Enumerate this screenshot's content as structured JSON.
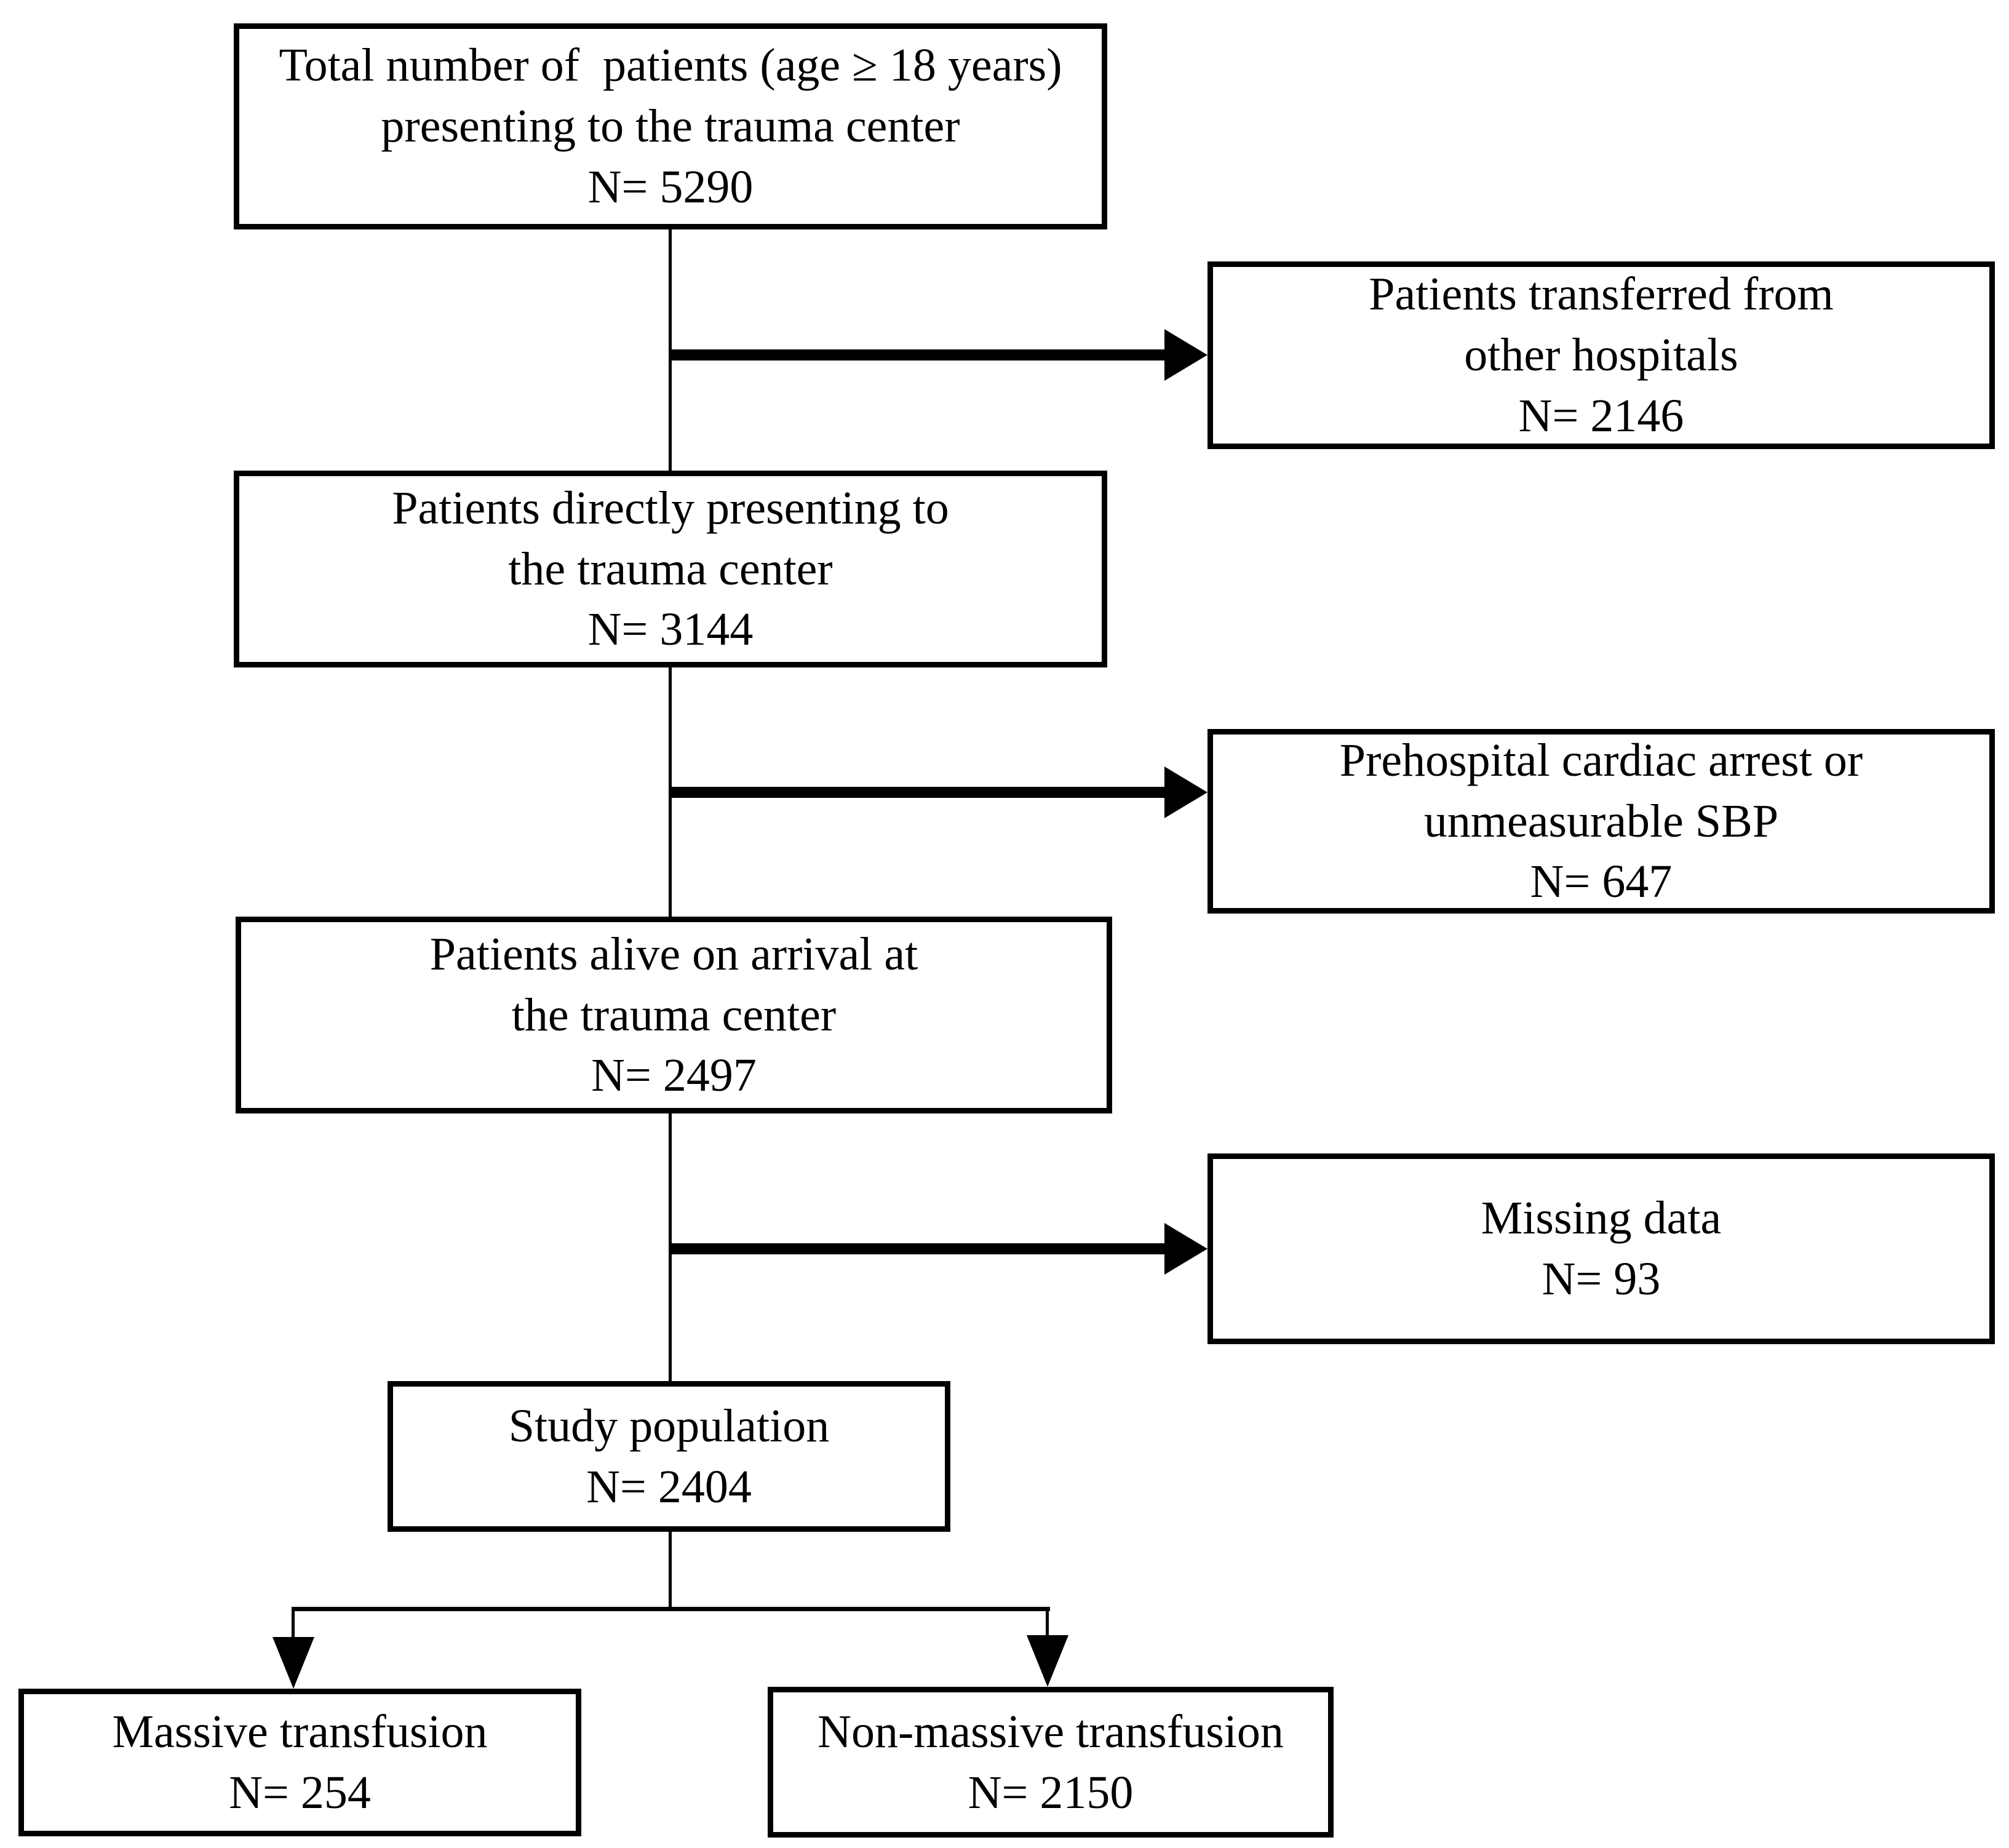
{
  "figure": {
    "background_color": "#ffffff",
    "line_color": "#000000",
    "text_color": "#000000"
  },
  "boxes": {
    "total": {
      "lines": [
        "Total number of  patients (age ≥ 18 years)",
        "presenting to the trauma center",
        "N= 5290"
      ]
    },
    "transferred": {
      "lines": [
        "Patients transferred from",
        "other hospitals",
        "N= 2146"
      ]
    },
    "direct": {
      "lines": [
        "Patients directly presenting to",
        "the trauma center",
        "N= 3144"
      ]
    },
    "prehospital": {
      "lines": [
        "Prehospital cardiac arrest or",
        "unmeasurable SBP",
        "N= 647"
      ]
    },
    "alive": {
      "lines": [
        "Patients alive on arrival at",
        "the trauma center",
        "N= 2497"
      ]
    },
    "missing": {
      "lines": [
        "Missing data",
        "N= 93"
      ]
    },
    "study": {
      "lines": [
        "Study population",
        "N= 2404"
      ]
    },
    "massive": {
      "lines": [
        "Massive transfusion",
        "N= 254"
      ]
    },
    "nonmassive": {
      "lines": [
        "Non-massive transfusion",
        "N= 2150"
      ]
    }
  }
}
